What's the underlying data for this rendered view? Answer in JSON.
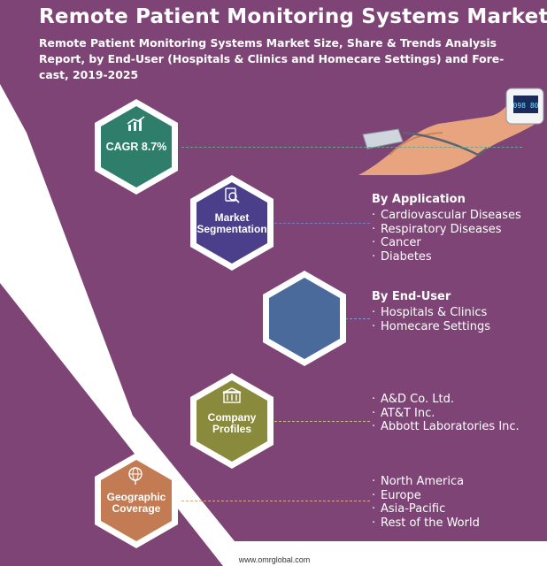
{
  "header": {
    "title": "Remote Patient Monitoring Systems Market",
    "subtitle": "Remote Patient Monitoring Systems Market Size, Share & Trends Analysis Report, by End-User (Hospitals & Clinics and Homecare Settings) and Fore-cast, 2019-2025"
  },
  "nodes": {
    "cagr": {
      "label": "CAGR 8.7%",
      "color": "#2e7e6b",
      "icon": "growth-chart-icon"
    },
    "segmentation": {
      "label": "Market Segmentation",
      "color": "#4b3f8c",
      "icon": "magnifier-icon"
    },
    "end_user": {
      "label": "",
      "color": "#4a6a9c"
    },
    "company": {
      "label": "Company Profiles",
      "color": "#8a8a3c",
      "icon": "building-icon"
    },
    "geo": {
      "label": "Geographic Coverage",
      "color": "#c27b52",
      "icon": "globe-pin-icon"
    }
  },
  "segments": {
    "application": {
      "heading": "By Application",
      "items": [
        "Cardiovascular Diseases",
        "Respiratory Diseases",
        "Cancer",
        "Diabetes"
      ]
    },
    "end_user": {
      "heading": "By End-User",
      "items": [
        "Hospitals & Clinics",
        "Homecare Settings"
      ]
    },
    "companies": {
      "items": [
        "A&D Co. Ltd.",
        "AT&T Inc.",
        "Abbott Laboratories Inc."
      ]
    },
    "regions": {
      "items": [
        "North America",
        "Europe",
        "Asia-Pacific",
        "Rest of the World"
      ]
    }
  },
  "device": {
    "display": "098 80"
  },
  "footer": {
    "url": "www.omrglobal.com"
  }
}
